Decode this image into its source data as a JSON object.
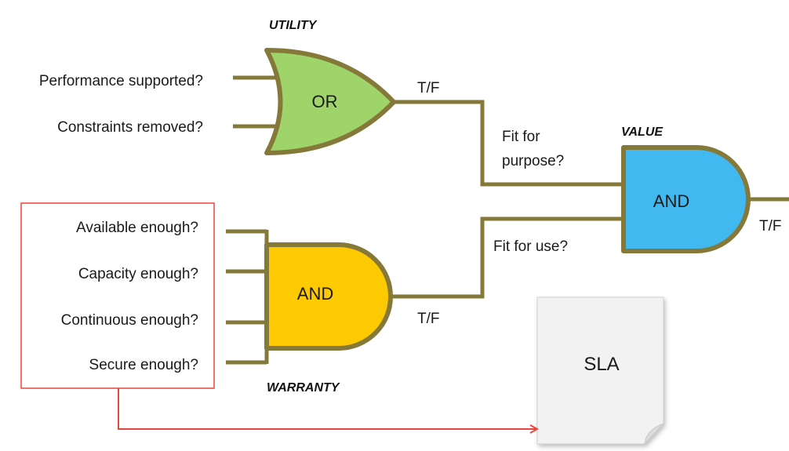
{
  "utility": {
    "title": "UTILITY",
    "inputs": [
      "Performance supported?",
      "Constraints removed?"
    ],
    "gate_label": "OR",
    "output_label": "T/F"
  },
  "warranty": {
    "title": "WARRANTY",
    "inputs": [
      "Available enough?",
      "Capacity enough?",
      "Continuous enough?",
      "Secure enough?"
    ],
    "gate_label": "AND",
    "output_label": "T/F"
  },
  "value": {
    "title": "VALUE",
    "gate_label": "AND",
    "output_label": "T/F",
    "input_labels": {
      "purpose_line1": "Fit for",
      "purpose_line2": "purpose?",
      "use": "Fit for use?"
    }
  },
  "sla": {
    "label": "SLA"
  },
  "colors": {
    "wire": "#85793a",
    "or_gate": "#9fd46a",
    "and_gate_warranty": "#fdc900",
    "and_gate_value": "#42b8f0",
    "warranty_box_border": "#e8453c",
    "arrow": "#e8453c",
    "sla_paper": "#f2f2f2"
  }
}
